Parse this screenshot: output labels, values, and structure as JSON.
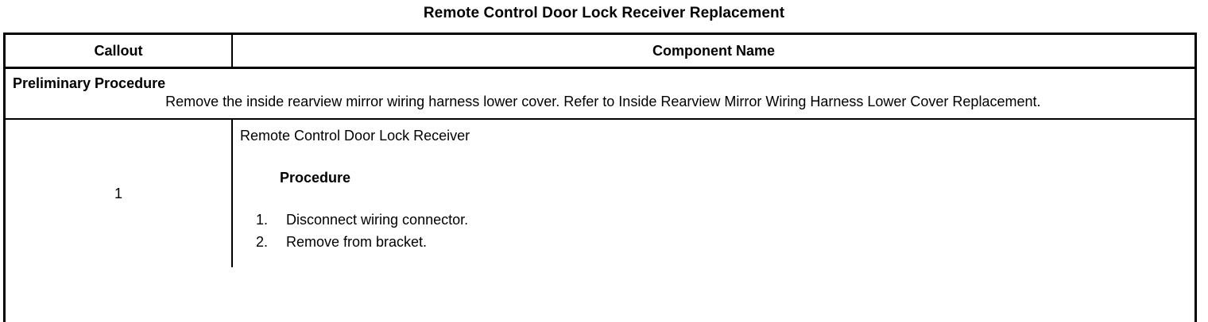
{
  "document": {
    "title": "Remote Control Door Lock Receiver Replacement"
  },
  "table": {
    "headers": {
      "callout": "Callout",
      "component_name": "Component Name"
    },
    "preliminary": {
      "heading": "Preliminary Procedure",
      "text": "Remove the inside rearview mirror wiring harness lower cover. Refer to Inside Rearview Mirror Wiring Harness Lower Cover Replacement."
    },
    "rows": [
      {
        "callout": "1",
        "component_name": "Remote Control Door Lock Receiver",
        "procedure_heading": "Procedure",
        "steps": [
          {
            "number": "1.",
            "text": "Disconnect wiring connector."
          },
          {
            "number": "2.",
            "text": "Remove from bracket."
          }
        ]
      }
    ]
  },
  "colors": {
    "border": "#000000",
    "text": "#000000",
    "background": "#ffffff"
  }
}
